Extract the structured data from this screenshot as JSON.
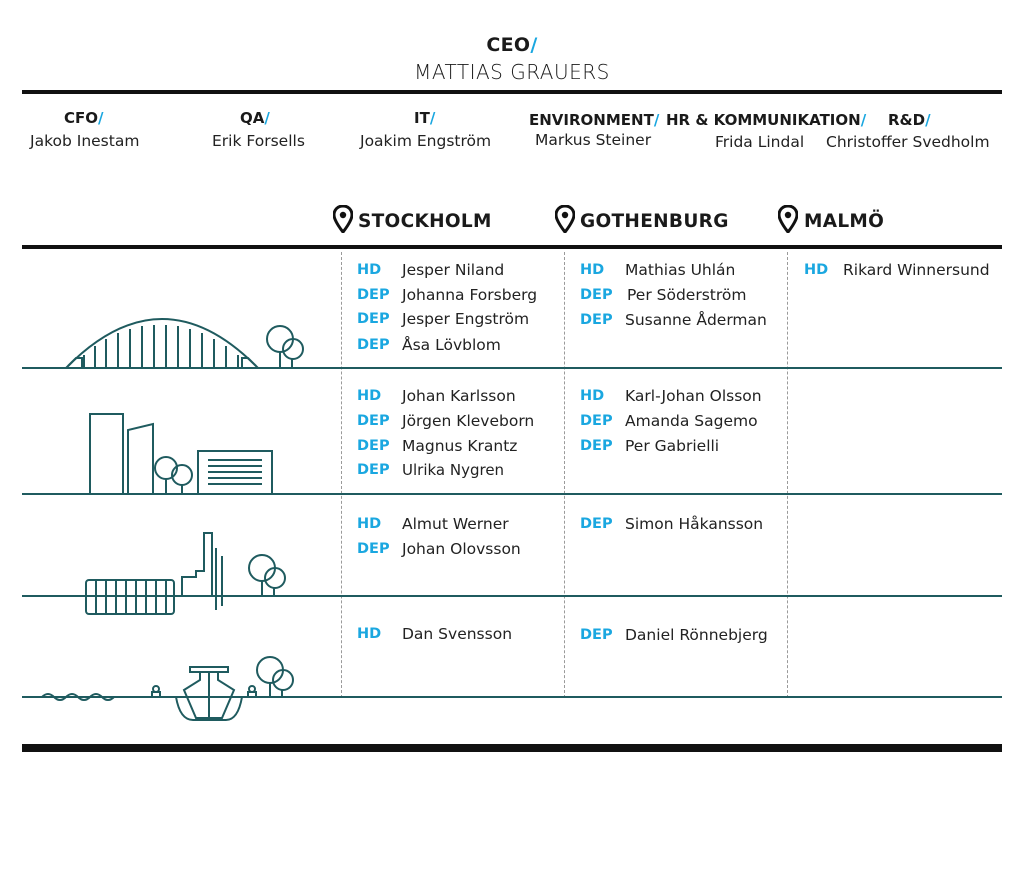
{
  "ceo": {
    "title": "CEO",
    "slash": "/",
    "name": "MATTIAS GRAUERS"
  },
  "departments": [
    {
      "title": "CFO",
      "name": "Jakob Inestam"
    },
    {
      "title": "QA",
      "name": "Erik Forsells"
    },
    {
      "title": "IT",
      "name": "Joakim Engström"
    },
    {
      "title": "ENVIRONMENT",
      "name": "Markus Steiner"
    },
    {
      "title": "HR & KOMMUNIKATION",
      "name": "Frida Lindal"
    },
    {
      "title": "R&D",
      "name": "Christoffer Svedholm"
    }
  ],
  "cities": [
    "STOCKHOLM",
    "GOTHENBURG",
    "MALMÖ"
  ],
  "rows": [
    {
      "illustration": "bridge-icon",
      "cells": [
        [
          {
            "role": "HD",
            "name": "Jesper Niland"
          },
          {
            "role": "DEP",
            "name": "Johanna Forsberg"
          },
          {
            "role": "DEP",
            "name": "Jesper Engström"
          },
          {
            "role": "DEP",
            "name": "Åsa Lövblom"
          }
        ],
        [
          {
            "role": "HD",
            "name": "Mathias Uhlán"
          },
          {
            "role": "DEP",
            "name": "Per Söderström"
          },
          {
            "role": "DEP",
            "name": "Susanne Åderman"
          }
        ],
        [
          {
            "role": "HD",
            "name": "Rikard Winnersund"
          }
        ]
      ]
    },
    {
      "illustration": "office-buildings-icon",
      "cells": [
        [
          {
            "role": "HD",
            "name": "Johan Karlsson"
          },
          {
            "role": "DEP",
            "name": "Jörgen Kleveborn"
          },
          {
            "role": "DEP",
            "name": "Magnus Krantz"
          },
          {
            "role": "DEP",
            "name": "Ulrika Nygren"
          }
        ],
        [
          {
            "role": "HD",
            "name": "Karl-Johan Olsson"
          },
          {
            "role": "DEP",
            "name": "Amanda Sagemo"
          },
          {
            "role": "DEP",
            "name": "Per Gabrielli"
          }
        ],
        []
      ]
    },
    {
      "illustration": "industrial-plant-icon",
      "cells": [
        [
          {
            "role": "HD",
            "name": "Almut Werner"
          },
          {
            "role": "DEP",
            "name": "Johan Olovsson"
          }
        ],
        [
          {
            "role": "DEP",
            "name": "Simon Håkansson"
          }
        ],
        []
      ]
    },
    {
      "illustration": "harbor-ship-icon",
      "cells": [
        [
          {
            "role": "HD",
            "name": "Dan Svensson"
          }
        ],
        [
          {
            "role": "DEP",
            "name": "Daniel Rönnebjerg"
          }
        ],
        []
      ]
    }
  ],
  "colors": {
    "accent": "#1aa7e0",
    "line": "#1f5b5f",
    "text": "#1a1a1a"
  }
}
